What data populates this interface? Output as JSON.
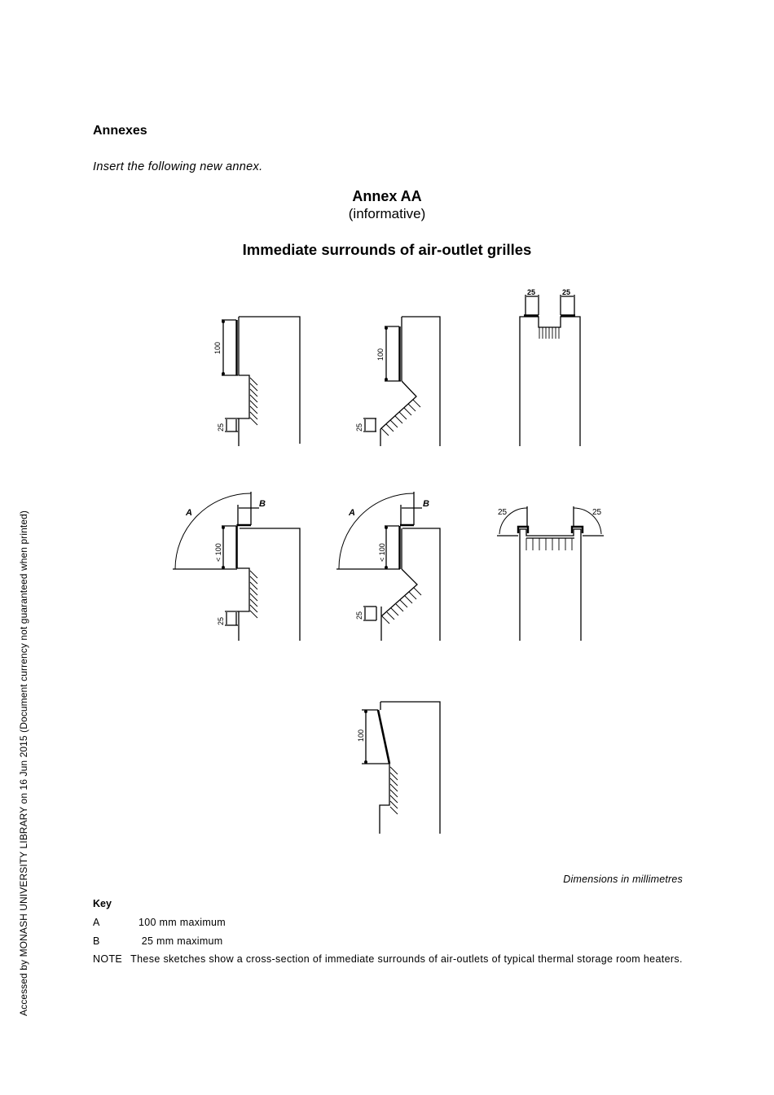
{
  "section_heading": "Annexes",
  "instruction": "Insert the following new annex.",
  "annex": {
    "title": "Annex AA",
    "subtitle": "(informative)",
    "figure_title": "Immediate surrounds of air-outlet grilles"
  },
  "figure": {
    "sketch_labels": {
      "dim_100": "100",
      "dim_25": "25",
      "dim_lt_100": "< 100",
      "label_A": "A",
      "label_B": "B"
    },
    "sketches": [
      {
        "id": 1,
        "description": "vertical grille with recessed outlet below",
        "dims": [
          "100",
          "25"
        ]
      },
      {
        "id": 2,
        "description": "vertical grille with angled outlet below",
        "dims": [
          "100",
          "25"
        ]
      },
      {
        "id": 3,
        "description": "top outlet between two raised lips",
        "dims": [
          "25",
          "25"
        ]
      },
      {
        "id": 4,
        "description": "vertical grille with protruding lip and arc",
        "dims": [
          "A",
          "B",
          "< 100",
          "25"
        ]
      },
      {
        "id": 5,
        "description": "angled outlet with protruding lip and arc",
        "dims": [
          "A",
          "B",
          "< 100",
          "25"
        ]
      },
      {
        "id": 6,
        "description": "top outlet with lips and arcs",
        "dims": [
          "25",
          "25"
        ]
      },
      {
        "id": 7,
        "description": "slanted grille with recessed outlet below",
        "dims": [
          "100"
        ]
      }
    ]
  },
  "dimensions_note": "Dimensions in millimetres",
  "key": {
    "heading": "Key",
    "items": [
      {
        "letter": "A",
        "text": "100 mm maximum"
      },
      {
        "letter": "B",
        "text": " 25 mm maximum"
      }
    ]
  },
  "note": {
    "label": "NOTE",
    "text": "These sketches show a cross-section of immediate surrounds of air-outlets of typical thermal storage room heaters."
  },
  "side_notice": "Accessed by MONASH UNIVERSITY LIBRARY on 16 Jun 2015 (Document currency not guaranteed when printed)"
}
